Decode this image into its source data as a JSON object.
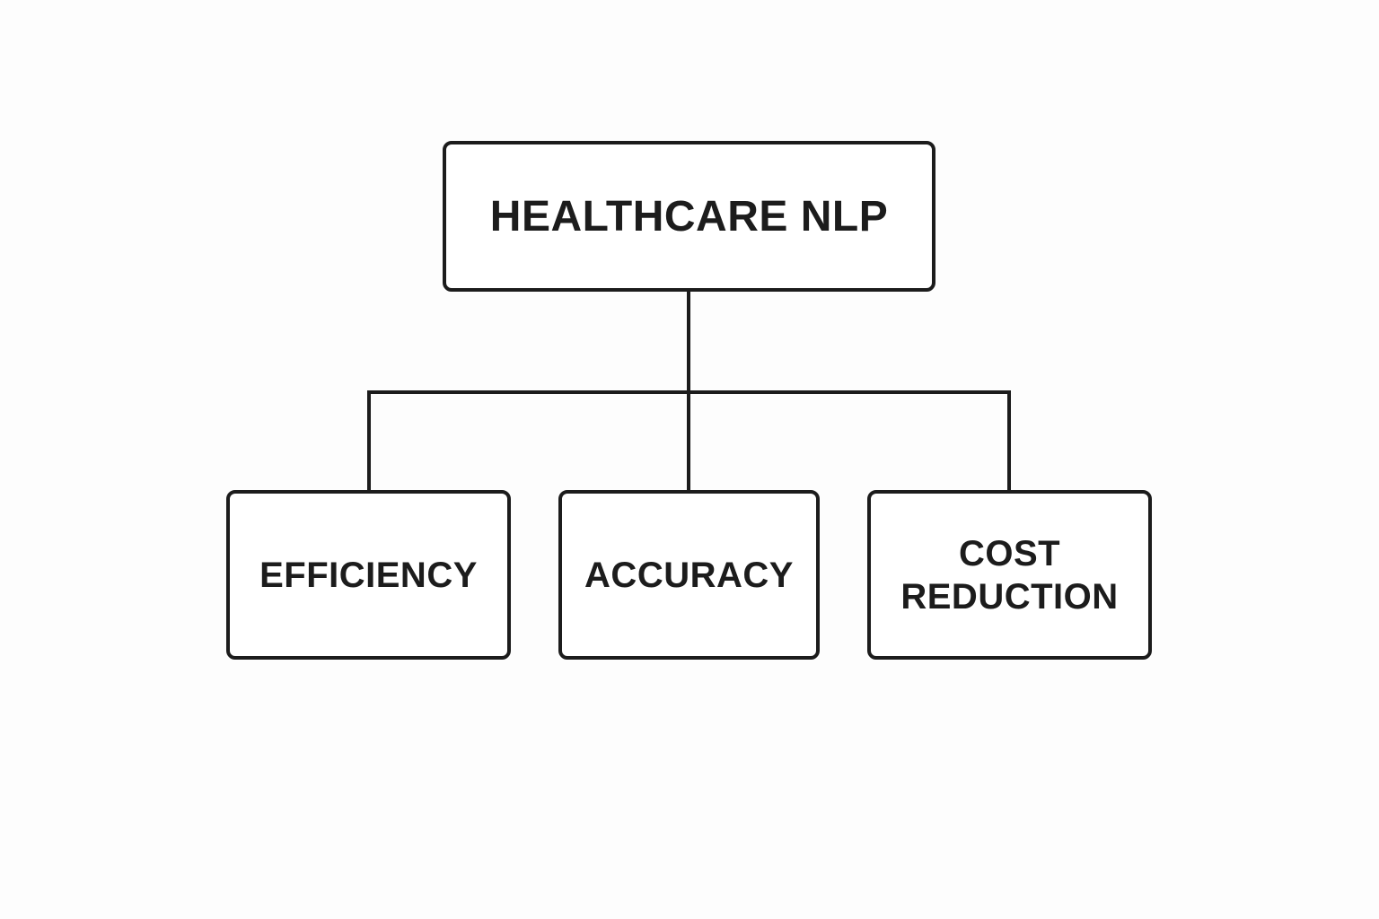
{
  "diagram": {
    "root": {
      "label": "HEALTHCARE NLP"
    },
    "children": [
      {
        "lines": [
          "EFFICIENCY"
        ]
      },
      {
        "lines": [
          "ACCURACY"
        ]
      },
      {
        "lines": [
          "COST",
          "REDUCTION"
        ]
      }
    ]
  },
  "colors": {
    "stroke": "#1c1c1c",
    "background": "#fdfdfd"
  }
}
